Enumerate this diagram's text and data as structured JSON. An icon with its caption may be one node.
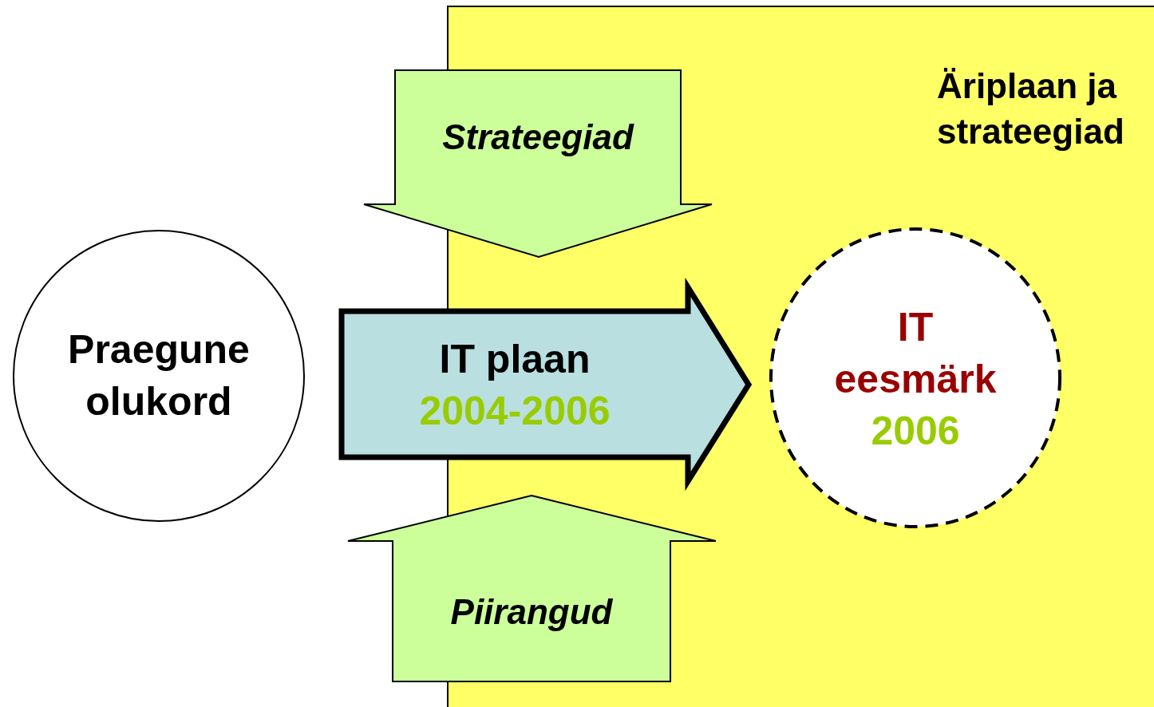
{
  "diagram": {
    "nodes": [
      {
        "text": [
          "Äriplaan ja strateegiad"
        ]
      },
      {
        "text": [
          "Strateegiad"
        ]
      },
      {
        "text": [
          "Praegune olukord"
        ]
      },
      {
        "text": [
          "IT plaan",
          "2004-2006"
        ]
      },
      {
        "text": [
          "IT eesmärk",
          "2006"
        ],
        "in": 0
      },
      {
        "text": [
          "Piirangud"
        ]
      }
    ]
  }
}
